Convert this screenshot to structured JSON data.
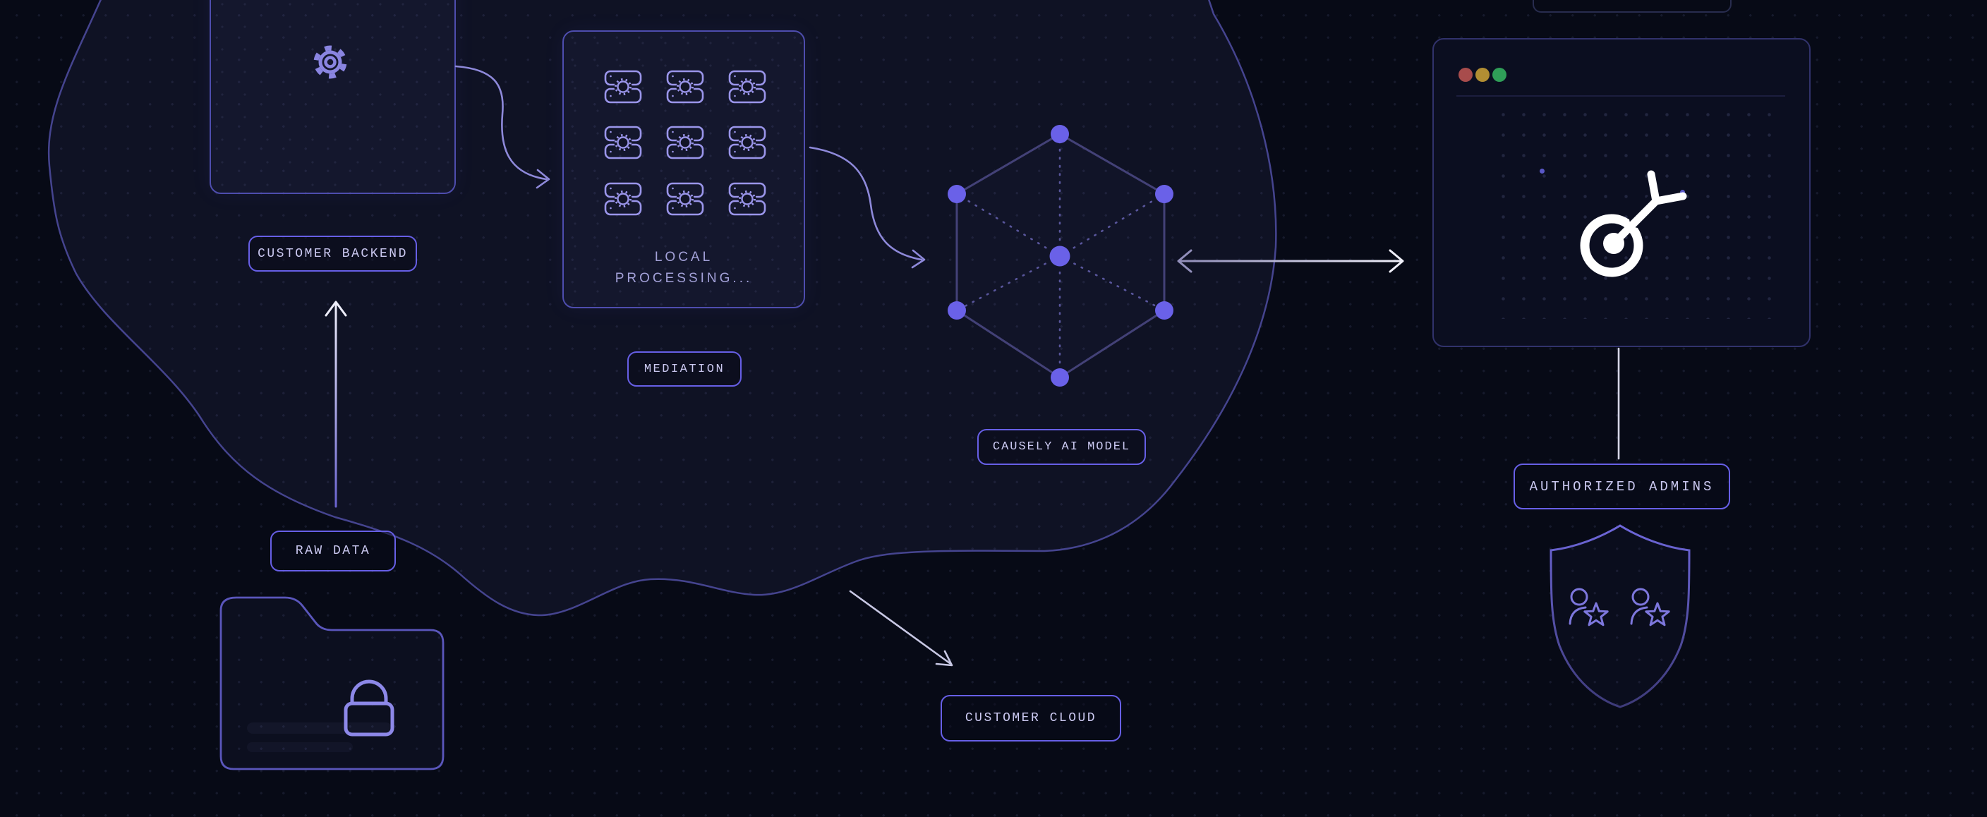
{
  "title": "Causely architecture diagram",
  "nodes": {
    "customer_backend": {
      "label": "CUSTOMER BACKEND"
    },
    "local_processing": {
      "line1": "LOCAL",
      "line2": "PROCESSING..."
    },
    "mediation": {
      "label": "MEDIATION"
    },
    "causely_ai_model": {
      "label": "CAUSELY AI MODEL"
    },
    "raw_data": {
      "label": "RAW DATA"
    },
    "customer_cloud": {
      "label": "CUSTOMER CLOUD"
    },
    "authorized_admins": {
      "label": "AUTHORIZED ADMINS"
    }
  },
  "icons": {
    "gear": "⚙",
    "chip": "▣ (3x3 processor grid)",
    "lock": "🔒",
    "folder": "📁",
    "hexagon_network": "⬡ with node dots",
    "target_dart": "🎯",
    "shield": "🛡",
    "user_star": "👤★ (x2)",
    "traffic_lights": [
      "red",
      "amber",
      "green"
    ]
  },
  "colors": {
    "background": "#070a16",
    "cloud_fill": "rgba(110,112,200,0.08)",
    "cloud_stroke": "#45448f",
    "panel_border": "#4e4dae",
    "label_border": "#675fe6",
    "label_text": "#cbc9f1",
    "icon_stroke": "#8a85e1",
    "hex_node": "#6a61e8",
    "arrow_light": "#e8e8f8",
    "arrow_purple": "#8e89da",
    "traffic_red": "#a84c4c",
    "traffic_amber": "#b28e33",
    "traffic_green": "#2f9e58",
    "target_icon": "#ffffff"
  }
}
